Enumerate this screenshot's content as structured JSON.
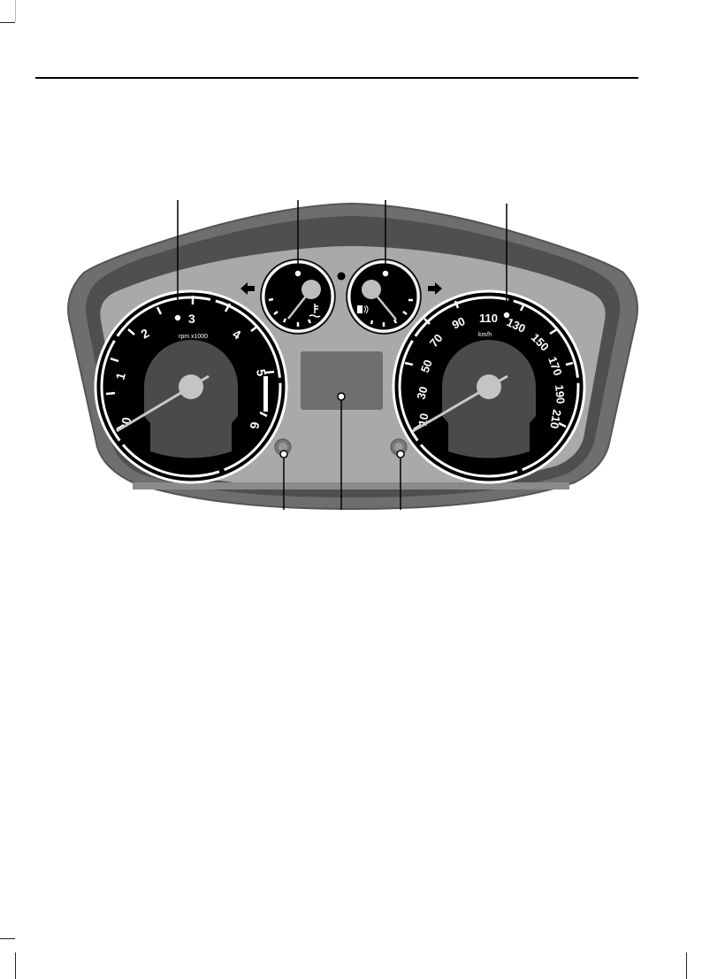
{
  "page": {
    "header_rule": true,
    "figure": "instrument-cluster-illustration"
  },
  "tachometer": {
    "unit_label": "rpm x1000",
    "scale_labels": [
      "0",
      "1",
      "2",
      "3",
      "4",
      "5",
      "6"
    ],
    "needle_value": 0
  },
  "speedometer": {
    "unit_label": "km/h",
    "scale_labels": [
      "10",
      "30",
      "50",
      "70",
      "90",
      "110",
      "130",
      "150",
      "170",
      "190",
      "210"
    ],
    "needle_value": 10
  },
  "temperature_gauge": {
    "icon": "coolant-temperature-icon"
  },
  "fuel_gauge": {
    "icon": "fuel-pump-icon"
  },
  "indicators": {
    "left": "left-turn-arrow-icon",
    "right": "right-turn-arrow-icon"
  },
  "callouts": {
    "top": [
      "tachometer",
      "temperature-gauge",
      "fuel-gauge",
      "speedometer"
    ],
    "bottom": [
      "left-reset-button",
      "information-display",
      "right-reset-button"
    ]
  },
  "colors": {
    "outer_shell": "#6e6e6e",
    "inner_bezel": "#4f4f4f",
    "panel": "#a9a9a9",
    "dial_face": "#000000",
    "dial_hub_area": "#4a4a4a",
    "needle": "#c8c8c8",
    "display": "#6f6f6f"
  }
}
